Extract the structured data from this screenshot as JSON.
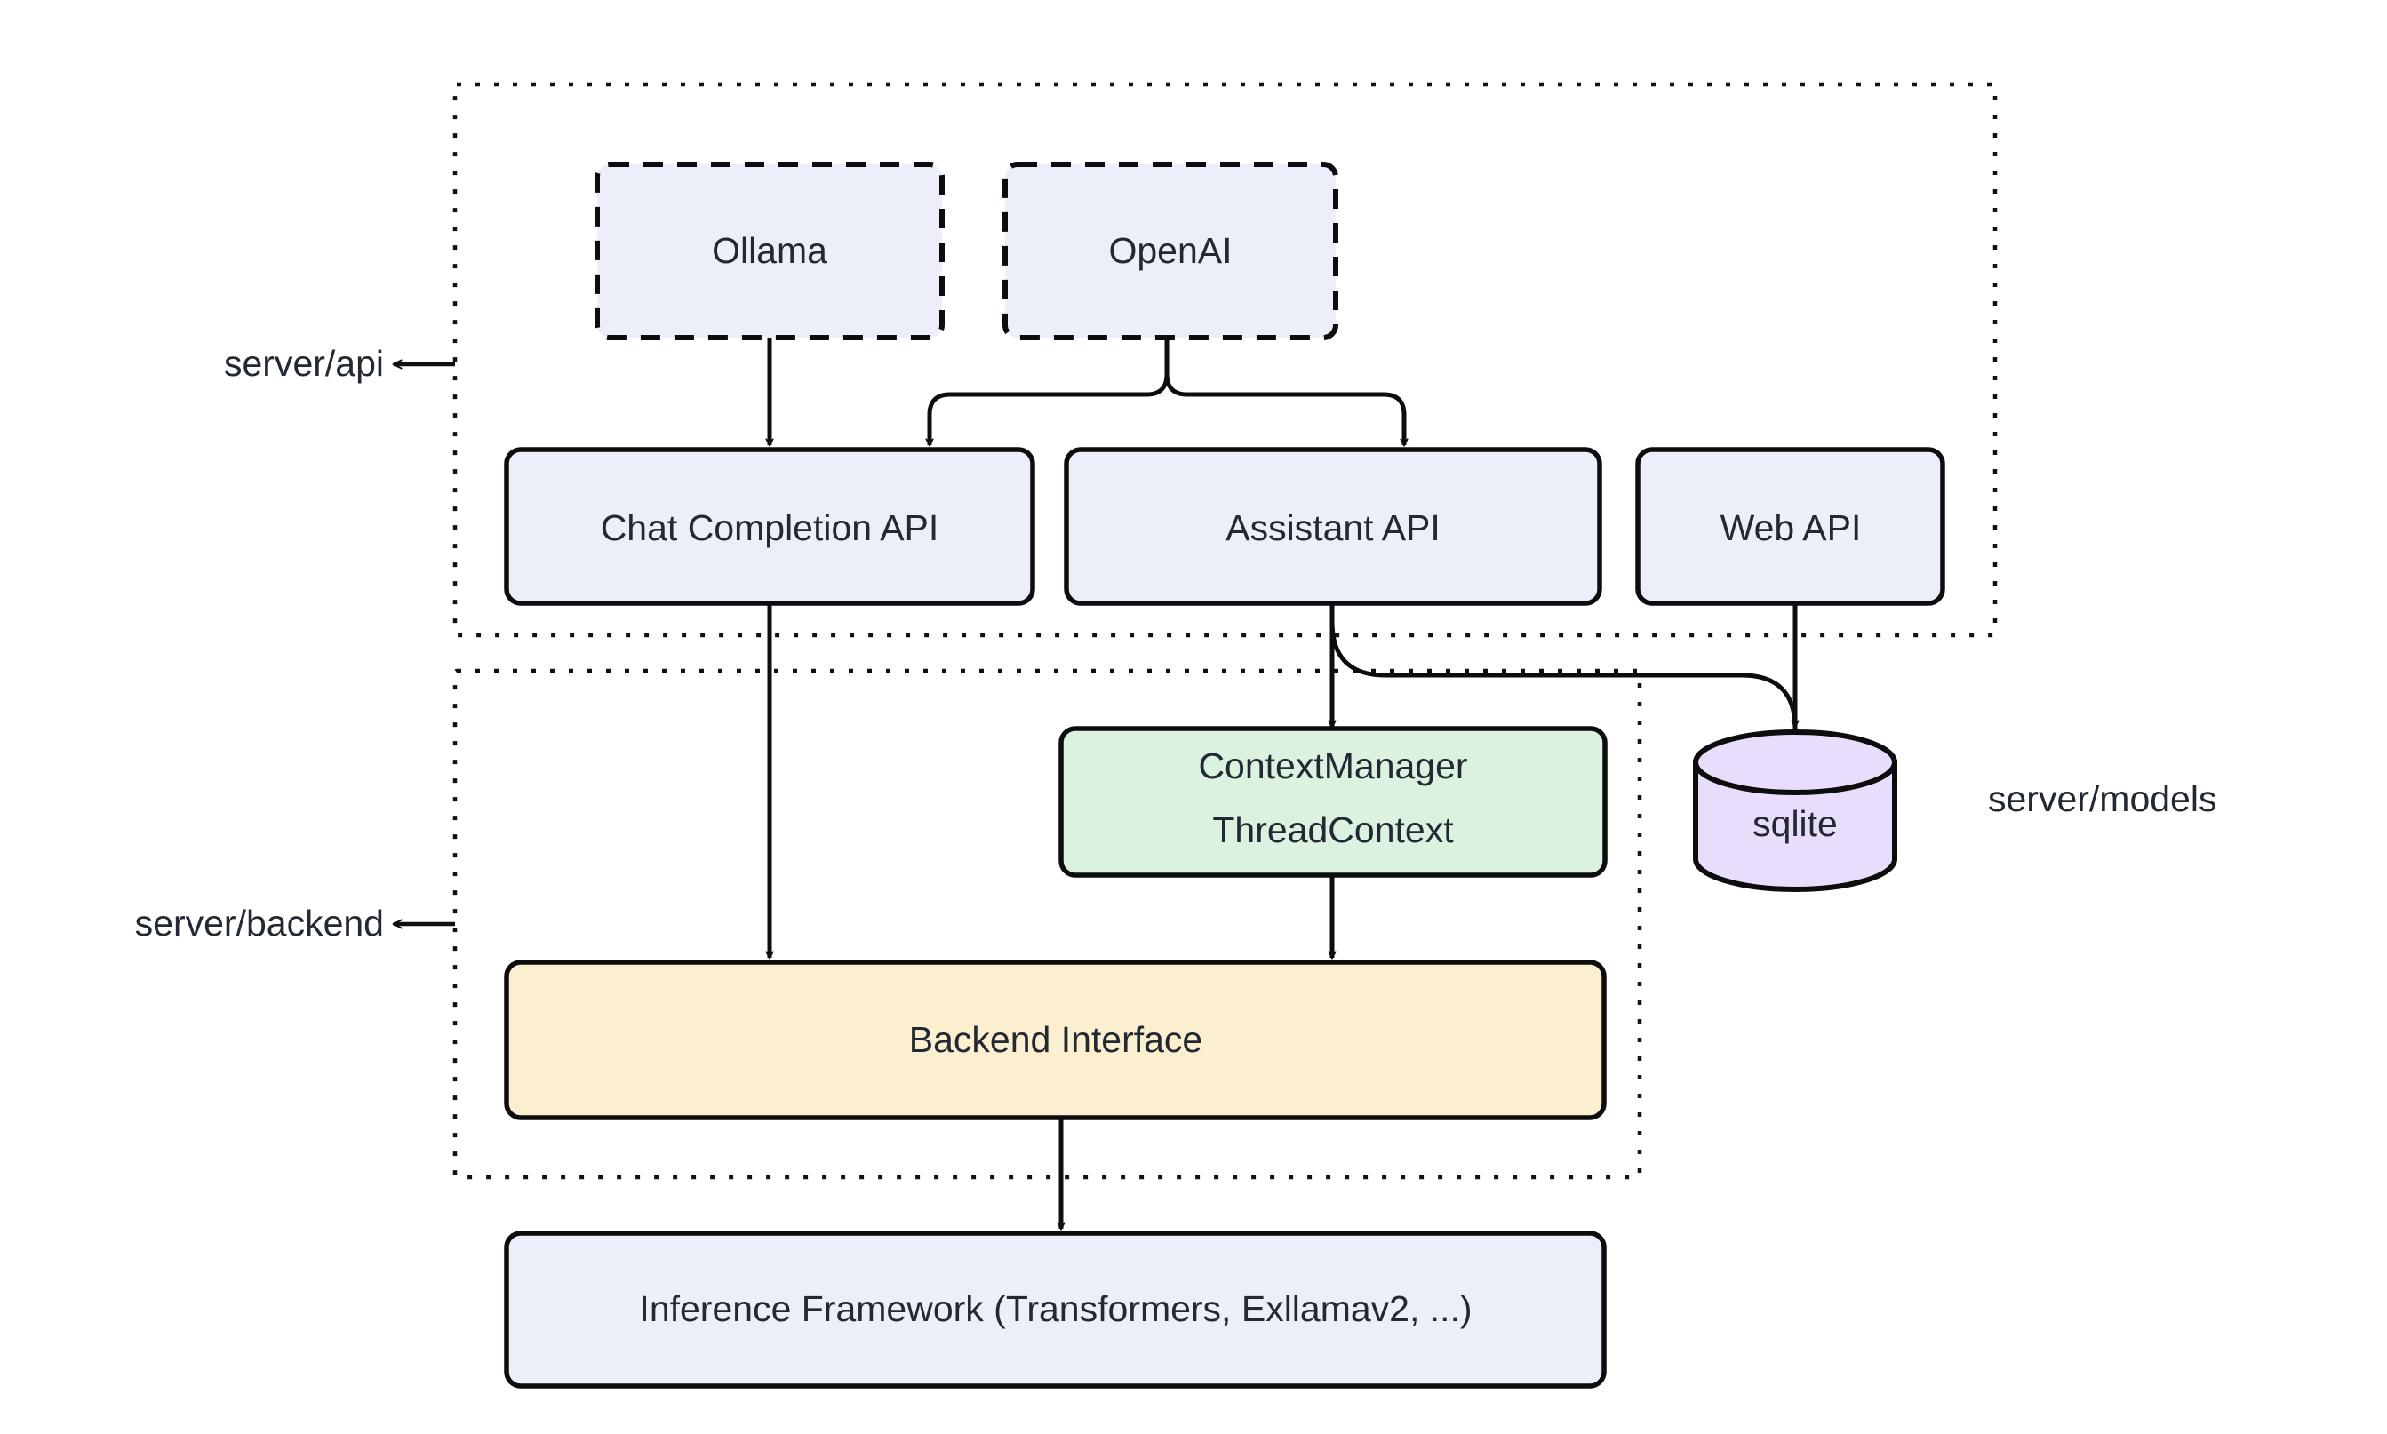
{
  "diagram": {
    "type": "architecture-flowchart",
    "title": "",
    "colors": {
      "blue_fill": "#eceff9",
      "green_fill": "#dcf2e0",
      "yellow_fill": "#fcefcf",
      "purple_fill": "#e8ddfa",
      "stroke": "#0d0d0d",
      "text": "#232933",
      "background": "#ffffff"
    },
    "clusters": [
      {
        "id": "api",
        "label": "server/api",
        "border": "dotted",
        "has_arrow": true
      },
      {
        "id": "backend",
        "label": "server/backend",
        "border": "dotted",
        "has_arrow": true
      },
      {
        "id": "models",
        "label": "server/models",
        "border": "none",
        "has_arrow": false
      }
    ],
    "nodes": [
      {
        "id": "ollama",
        "label": "Ollama",
        "shape": "rounded-rect",
        "style": "dashed",
        "fill": "blue_fill"
      },
      {
        "id": "openai",
        "label": "OpenAI",
        "shape": "rounded-rect",
        "style": "dashed",
        "fill": "blue_fill"
      },
      {
        "id": "chat_completion_api",
        "label": "Chat Completion API",
        "shape": "rounded-rect",
        "style": "solid",
        "fill": "blue_fill"
      },
      {
        "id": "assistant_api",
        "label": "Assistant API",
        "shape": "rounded-rect",
        "style": "solid",
        "fill": "blue_fill"
      },
      {
        "id": "web_api",
        "label": "Web API",
        "shape": "rounded-rect",
        "style": "solid",
        "fill": "blue_fill"
      },
      {
        "id": "context_manager",
        "label_line1": "ContextManager",
        "label_line2": "ThreadContext",
        "shape": "rounded-rect",
        "style": "solid",
        "fill": "green_fill"
      },
      {
        "id": "sqlite",
        "label": "sqlite",
        "shape": "cylinder",
        "style": "solid",
        "fill": "purple_fill"
      },
      {
        "id": "backend_interface",
        "label": "Backend Interface",
        "shape": "rounded-rect",
        "style": "solid",
        "fill": "yellow_fill"
      },
      {
        "id": "inference_framework",
        "label": "Inference Framework (Transformers, Exllamav2, ...)",
        "shape": "rounded-rect",
        "style": "solid",
        "fill": "blue_fill"
      }
    ],
    "edges": [
      {
        "from": "ollama",
        "to": "chat_completion_api"
      },
      {
        "from": "openai",
        "to": "chat_completion_api"
      },
      {
        "from": "openai",
        "to": "assistant_api"
      },
      {
        "from": "chat_completion_api",
        "to": "backend_interface"
      },
      {
        "from": "assistant_api",
        "to": "context_manager"
      },
      {
        "from": "assistant_api",
        "to": "sqlite"
      },
      {
        "from": "web_api",
        "to": "sqlite"
      },
      {
        "from": "context_manager",
        "to": "backend_interface"
      },
      {
        "from": "backend_interface",
        "to": "inference_framework"
      }
    ]
  }
}
